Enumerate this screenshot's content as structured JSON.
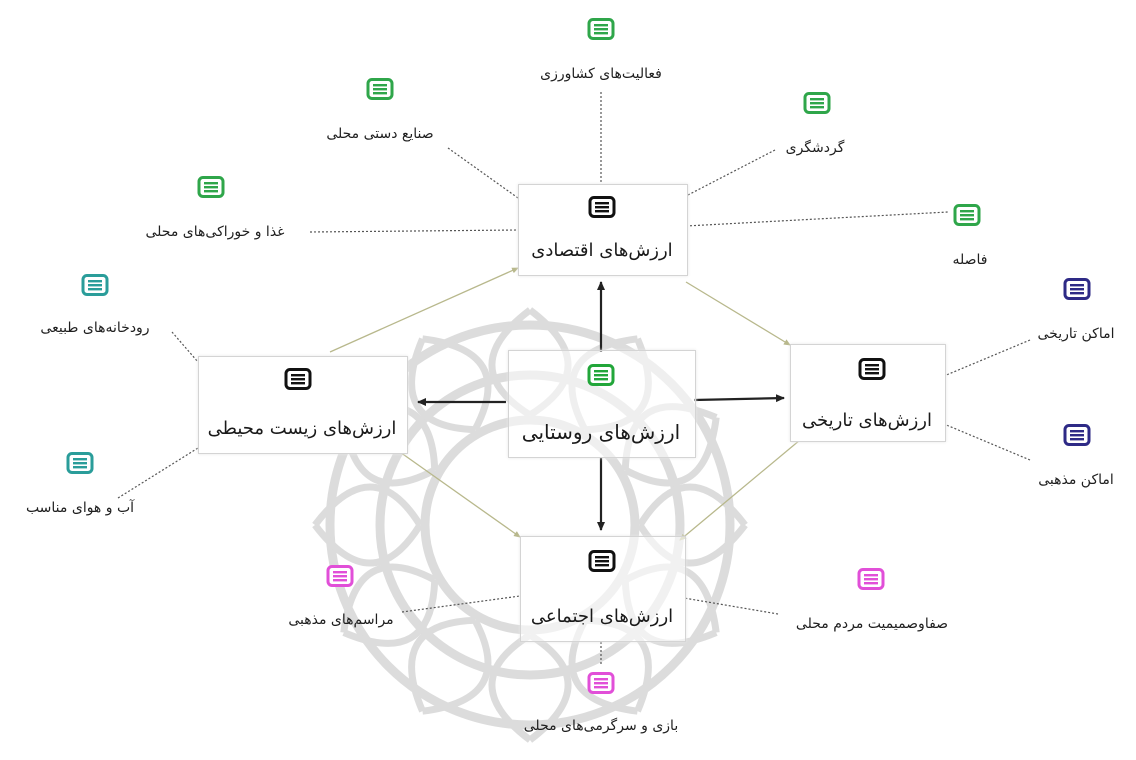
{
  "center": {
    "label": "ارزش‌های روستایی",
    "icon": "list-icon",
    "color": "#22a63a"
  },
  "hubs": {
    "economic": {
      "label": "ارزش‌های اقتصادی",
      "icon": "list-icon",
      "color": "#111111"
    },
    "environmental": {
      "label": "ارزش‌های زیست محیطی",
      "icon": "list-icon",
      "color": "#111111"
    },
    "historical": {
      "label": "ارزش‌های تاریخی",
      "icon": "list-icon",
      "color": "#111111"
    },
    "social": {
      "label": "ارزش‌های اجتماعی",
      "icon": "list-icon",
      "color": "#111111"
    }
  },
  "economic_items": [
    {
      "label": "فعالیت‌های کشاورزی",
      "icon": "list-icon",
      "color": "#2fa64a"
    },
    {
      "label": "صنایع دستی محلی",
      "icon": "list-icon",
      "color": "#2fa64a"
    },
    {
      "label": "گردشگری",
      "icon": "list-icon",
      "color": "#2fa64a"
    },
    {
      "label": "غذا و خوراکی‌های محلی",
      "icon": "list-icon",
      "color": "#2fa64a"
    },
    {
      "label": "فاصله",
      "icon": "list-icon",
      "color": "#2fa64a"
    }
  ],
  "environmental_items": [
    {
      "label": "رودخانه‌های طبیعی",
      "icon": "list-icon",
      "color": "#2a9d9a"
    },
    {
      "label": "آب و هوای مناسب",
      "icon": "list-icon",
      "color": "#2a9d9a"
    }
  ],
  "historical_items": [
    {
      "label": "اماکن تاریخی",
      "icon": "list-icon",
      "color": "#2e2a86"
    },
    {
      "label": "اماکن مذهبی",
      "icon": "list-icon",
      "color": "#2e2a86"
    }
  ],
  "social_items": [
    {
      "label": "مراسم‌های مذهبی",
      "icon": "list-icon",
      "color": "#e14fd8"
    },
    {
      "label": "صفاوصمیمیت مردم محلی",
      "icon": "list-icon",
      "color": "#e14fd8"
    },
    {
      "label": "بازی و سرگرمی‌های محلی",
      "icon": "list-icon",
      "color": "#e14fd8"
    }
  ],
  "colors": {
    "main_arrow": "#222222",
    "hub_link": "#b8b88c",
    "leaf_link": "#555555",
    "watermark": "#7a7a7a"
  }
}
